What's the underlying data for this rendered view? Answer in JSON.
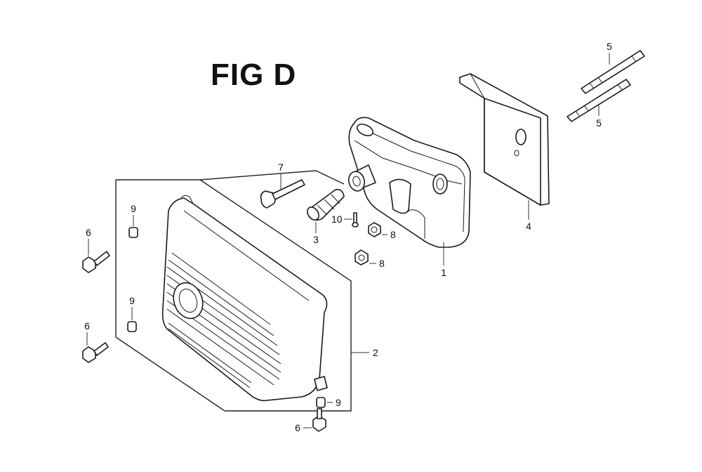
{
  "title": "FIG D",
  "callouts": {
    "muffler": "1",
    "muffler_protector": "2",
    "exhaust_pipe_joint": "3",
    "heat_shield": "4",
    "stud_bolt_a": "5",
    "stud_bolt_b": "5",
    "flange_bolt_left_top": "6",
    "flange_bolt_left_bottom": "6",
    "flange_bolt_bottom": "6",
    "long_bolt": "7",
    "nut_a": "8",
    "nut_b": "8",
    "collar_top": "9",
    "collar_mid": "9",
    "collar_bottom": "9",
    "screw": "10"
  }
}
